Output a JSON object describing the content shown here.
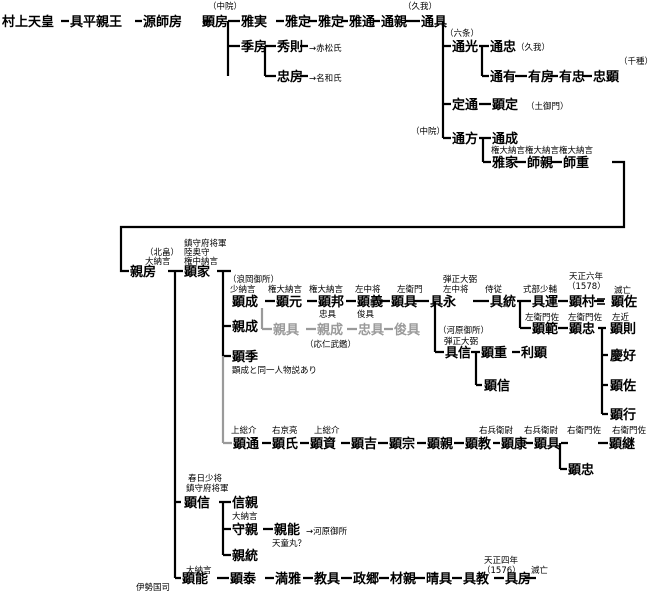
{
  "nodes": {
    "murakami": "村上天皇",
    "tomohira": "具平親王",
    "morofusa": "源師房",
    "akifusa": "顕房",
    "masazane": "雅実",
    "masasada": "雅定",
    "masamichi_adopt": "雅定",
    "masamichi": "雅通",
    "michichika": "通親",
    "michitomo": "通具",
    "michimitsu": "通光",
    "michitada": "通忠",
    "michiari": "通有",
    "arifusa": "有房",
    "aritada": "有忠",
    "akitada": "忠顕",
    "sadamichi": "定通",
    "akisada": "顕定",
    "michikata": "通方",
    "michinari": "通成",
    "masaie": "雅家",
    "morochika": "師親",
    "moroshige": "師重",
    "suefusa": "季房",
    "hidenori": "秀則",
    "tadafusa": "忠房",
    "chikafusa": "親房",
    "akiie": "顕家",
    "akinari1": "顕成",
    "akimoto": "顕元",
    "akikuni": "顕邦",
    "akiyoshi": "顕義",
    "akitomo1": "顕具",
    "tomonaga": "具永",
    "tomomune": "具統",
    "tomoyuki": "具運",
    "akimura": "顕村",
    "akisuke1": "顕佐",
    "akinori2": "顕範",
    "akitada2": "顕忠",
    "akinori3": "顕則",
    "keiko": "慶好",
    "akisuke2": "顕佐",
    "akiyuki": "顕行",
    "chikanari": "親成",
    "chikatomo_g": "親具",
    "chikanari_g": "親成",
    "tadatomo_g": "忠具",
    "toshitomo_g": "俊具",
    "akisue": "顕季",
    "tomonobu": "具信",
    "akishige": "顕重",
    "toshiaki": "利顕",
    "akinobu2": "顕信",
    "akimichi": "顕通",
    "akiuji": "顕氏",
    "akisuke3": "顕資",
    "akiyoshi2": "顕吉",
    "akimune": "顕宗",
    "akichika": "顕親",
    "akinori4": "顕教",
    "akiyasu": "顕康",
    "akitomo2": "顕具",
    "akitsugu": "顕継",
    "akitada3": "顕忠",
    "akinobu": "顕信",
    "nobuchika": "信親",
    "morichika": "守親",
    "chikayoshi": "親能",
    "chikamune": "親統",
    "akiyoshi3": "顕能",
    "akiyasu2": "顕泰",
    "mitsumasa": "満雅",
    "noritomo": "教具",
    "masasato": "政郷",
    "kichika": "材親",
    "harutomo": "晴具",
    "tomonori": "具教",
    "tomofusa": "具房"
  },
  "notes": {
    "chuin1": "（中院）",
    "koga1": "（久我）",
    "rokujo": "（六条）",
    "koga2": "（久我）",
    "senshu": "（千種）",
    "tsuchimikado": "（土御門）",
    "chuin2": "（中院）",
    "akamatsu": "→赤松氏",
    "nawa": "→名和氏",
    "gondainagon": "権大納言権大納言権大納言",
    "kitabatake": "（北畠）",
    "dainagon1": "大納言",
    "chinju1": "鎮守府将軍",
    "mutsunokami": "陸奥守",
    "gonchunagon": "権中納言",
    "namioka": "（浪岡御所）",
    "shonagon": "少納言",
    "gondainagon2": "権大納言",
    "gondainagon3": "権大納言",
    "sachujo1": "左中将",
    "saemon": "左衛門",
    "danjo1": "弾正大弼",
    "sachujo2": "左中将",
    "jiju": "侍従",
    "shikibu": "式部少輔",
    "tensho6": "天正六年",
    "y1578": "（1578）",
    "metsubo1": "滅亡",
    "tadatomo_sub": "忠具",
    "toshitomo_sub": "俊具",
    "saemon2": "左衛門佐",
    "saemon3": "左衛門佐",
    "sakon": "左近",
    "onin": "（応仁武鑑）",
    "kawahara": "（河原御所）",
    "danjo2": "弾正大弼",
    "dojin": "顕成と同一人物説あり",
    "kazusa1": "上総介",
    "ukyo": "右京亮",
    "kazusa2": "上総介",
    "uhyoe1": "右兵衛尉",
    "uhyoe2": "右兵衛尉",
    "uemon": "右衛門佐",
    "uemon2": "右衛門佐",
    "kasuga": "春日少将",
    "chinju2": "鎮守府将軍",
    "dainagon2": "大納言",
    "kawahara2": "→河原御所",
    "tendo": "天童丸？",
    "dainagon3": "大納言",
    "tensho4": "天正四年",
    "y1576": "（1576）",
    "metsubo2": "滅亡",
    "ise": "伊勢国司"
  },
  "colors": {
    "line": "#000000",
    "gray": "#9a9a9a"
  }
}
